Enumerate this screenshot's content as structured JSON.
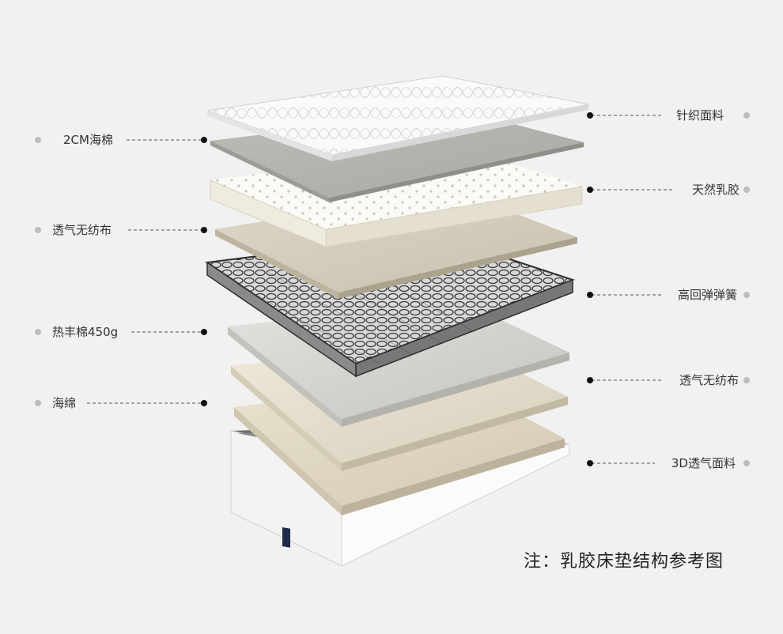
{
  "labels_left": [
    "2CM海棉",
    "透气无纺布",
    "热丰棉450g",
    "海绵"
  ],
  "labels_right": [
    "针织面料",
    "天然乳胶",
    "高回弹弹簧",
    "透气无纺布",
    "3D透气面料"
  ],
  "note": "注：乳胶床垫结构参考图"
}
